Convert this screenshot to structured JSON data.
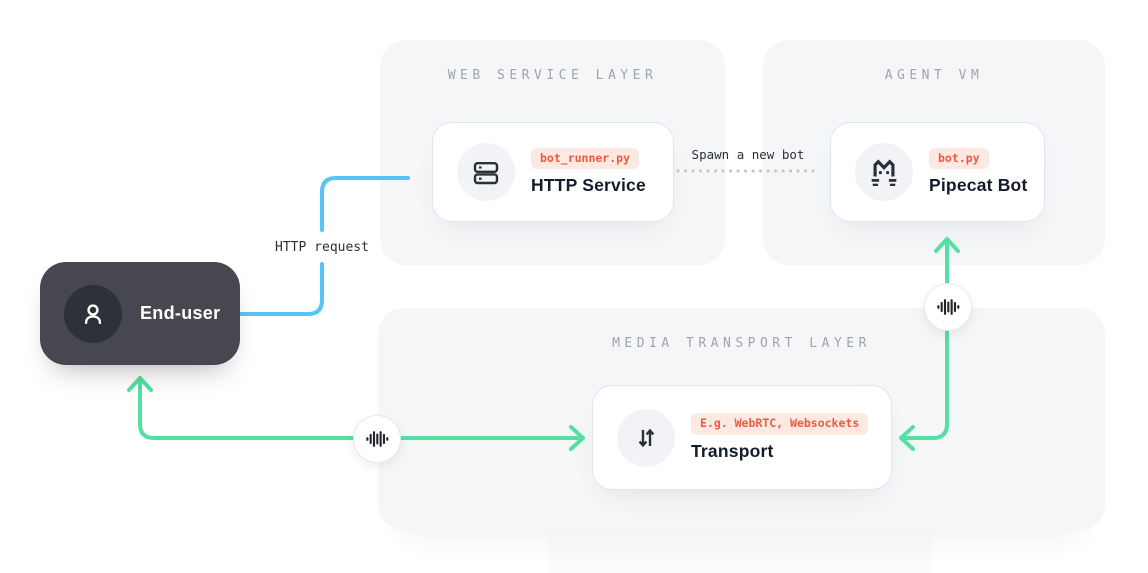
{
  "diagram": {
    "panels": [
      {
        "id": "web-service-layer",
        "title": "WEB SERVICE LAYER",
        "card": {
          "badge": "bot_runner.py",
          "title": "HTTP Service",
          "icon": "server-icon"
        }
      },
      {
        "id": "agent-vm",
        "title": "AGENT VM",
        "card": {
          "badge": "bot.py",
          "title": "Pipecat Bot",
          "icon": "pipecat-cat-icon"
        }
      },
      {
        "id": "media-transport-layer",
        "title": "MEDIA TRANSPORT LAYER",
        "card": {
          "badge": "E.g. WebRTC, Websockets",
          "title": "Transport",
          "icon": "transport-up-down-arrows-icon"
        }
      }
    ],
    "end_user": {
      "label": "End-user",
      "icon": "person-icon"
    },
    "connections": [
      {
        "label": "HTTP request",
        "style": "solid-blue-elbow",
        "from": "End-user",
        "to": "HTTP Service"
      },
      {
        "label": "Spawn a new bot",
        "style": "dotted-gray",
        "from": "HTTP Service",
        "to": "Pipecat Bot"
      },
      {
        "label": "",
        "style": "green-double-arrow",
        "from": "Transport",
        "to": "End-user",
        "icon": "audio-waveform-icon"
      },
      {
        "label": "",
        "style": "green-double-arrow",
        "from": "Transport",
        "to": "Pipecat Bot",
        "icon": "audio-waveform-icon"
      }
    ],
    "colors": {
      "accent_green": "#55dfa1",
      "accent_blue": "#56c3f9",
      "badge_bg": "#fce9e2",
      "badge_text": "#ee5a41",
      "panel_bg": "#f5f6f7",
      "panel_title": "#a0a4ab",
      "card_title": "#131c2c",
      "end_user_bg": "#47474f",
      "dotted_line": "#c2c5c9",
      "mono_label": "#2c3036"
    }
  }
}
